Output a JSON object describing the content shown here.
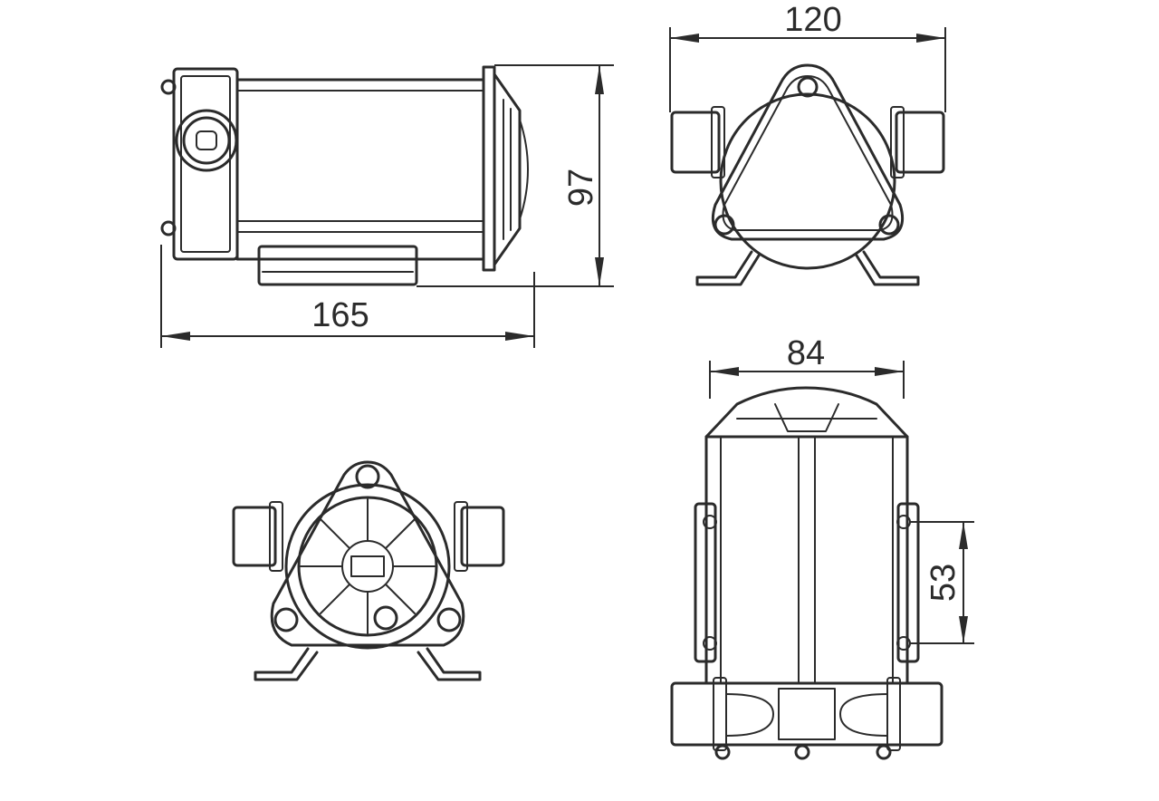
{
  "dimensions": {
    "side_view_length": "165",
    "side_view_height": "97",
    "front_view_width": "120",
    "top_view_width": "84",
    "top_view_mount_spacing": "53"
  },
  "colors": {
    "line": "#2b2b2b",
    "background": "#ffffff"
  }
}
